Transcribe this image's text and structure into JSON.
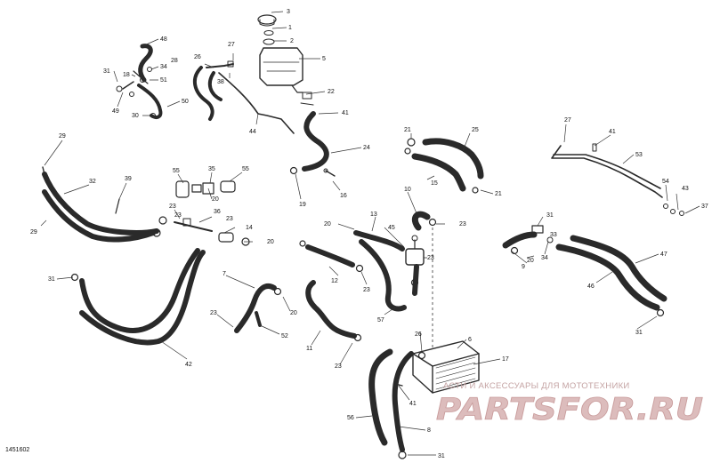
{
  "diagram_code": "1451602",
  "watermark": {
    "caption": "АСТИ И АКСЕССУАРЫ ДЛЯ МОТОТЕХНИКИ",
    "logo": "PARTSFOR.RU"
  },
  "callouts": [
    {
      "id": "c3",
      "label": "3"
    },
    {
      "id": "c1",
      "label": "1"
    },
    {
      "id": "c2",
      "label": "2"
    },
    {
      "id": "c5",
      "label": "5"
    },
    {
      "id": "c27a",
      "label": "27"
    },
    {
      "id": "c26",
      "label": "26"
    },
    {
      "id": "c28",
      "label": "28"
    },
    {
      "id": "c38",
      "label": "38"
    },
    {
      "id": "c22",
      "label": "22"
    },
    {
      "id": "c41a",
      "label": "41"
    },
    {
      "id": "c44",
      "label": "44"
    },
    {
      "id": "c48",
      "label": "48"
    },
    {
      "id": "c31a",
      "label": "31"
    },
    {
      "id": "c18",
      "label": "18"
    },
    {
      "id": "c34a",
      "label": "34"
    },
    {
      "id": "c51",
      "label": "51"
    },
    {
      "id": "c49",
      "label": "49"
    },
    {
      "id": "c30",
      "label": "30"
    },
    {
      "id": "c50",
      "label": "50"
    },
    {
      "id": "c24",
      "label": "24"
    },
    {
      "id": "c21a",
      "label": "21"
    },
    {
      "id": "c25",
      "label": "25"
    },
    {
      "id": "c15",
      "label": "15"
    },
    {
      "id": "c21b",
      "label": "21"
    },
    {
      "id": "c16",
      "label": "16"
    },
    {
      "id": "c19",
      "label": "19"
    },
    {
      "id": "c27b",
      "label": "27"
    },
    {
      "id": "c41b",
      "label": "41"
    },
    {
      "id": "c53",
      "label": "53"
    },
    {
      "id": "c54",
      "label": "54"
    },
    {
      "id": "c43",
      "label": "43"
    },
    {
      "id": "c37",
      "label": "37"
    },
    {
      "id": "c29",
      "label": "29"
    },
    {
      "id": "c32",
      "label": "32"
    },
    {
      "id": "c39",
      "label": "39"
    },
    {
      "id": "c29b",
      "label": "29"
    },
    {
      "id": "c55a",
      "label": "55"
    },
    {
      "id": "c35",
      "label": "35"
    },
    {
      "id": "c55b",
      "label": "55"
    },
    {
      "id": "c20a",
      "label": "20"
    },
    {
      "id": "c23a",
      "label": "23"
    },
    {
      "id": "c36",
      "label": "36"
    },
    {
      "id": "c23b",
      "label": "23"
    },
    {
      "id": "c23c",
      "label": "23"
    },
    {
      "id": "c14",
      "label": "14"
    },
    {
      "id": "c20b",
      "label": "20"
    },
    {
      "id": "c10",
      "label": "10"
    },
    {
      "id": "c23d",
      "label": "23"
    },
    {
      "id": "c20c",
      "label": "20"
    },
    {
      "id": "c13",
      "label": "13"
    },
    {
      "id": "c45",
      "label": "45"
    },
    {
      "id": "c23e",
      "label": "23"
    },
    {
      "id": "c12",
      "label": "12"
    },
    {
      "id": "c23f",
      "label": "23"
    },
    {
      "id": "c57",
      "label": "57"
    },
    {
      "id": "c31b",
      "label": "31"
    },
    {
      "id": "c33",
      "label": "33"
    },
    {
      "id": "c9",
      "label": "9"
    },
    {
      "id": "c20d",
      "label": "20"
    },
    {
      "id": "c34b",
      "label": "34"
    },
    {
      "id": "c47",
      "label": "47"
    },
    {
      "id": "c46",
      "label": "46"
    },
    {
      "id": "c31c",
      "label": "31"
    },
    {
      "id": "c31d",
      "label": "31"
    },
    {
      "id": "c42",
      "label": "42"
    },
    {
      "id": "c7",
      "label": "7"
    },
    {
      "id": "c20e",
      "label": "20"
    },
    {
      "id": "c23g",
      "label": "23"
    },
    {
      "id": "c52",
      "label": "52"
    },
    {
      "id": "c11",
      "label": "11"
    },
    {
      "id": "c23h",
      "label": "23"
    },
    {
      "id": "c26b",
      "label": "26"
    },
    {
      "id": "c6",
      "label": "6"
    },
    {
      "id": "c17",
      "label": "17"
    },
    {
      "id": "c41c",
      "label": "41"
    },
    {
      "id": "c56",
      "label": "56"
    },
    {
      "id": "c8",
      "label": "8"
    },
    {
      "id": "c31e",
      "label": "31"
    }
  ]
}
